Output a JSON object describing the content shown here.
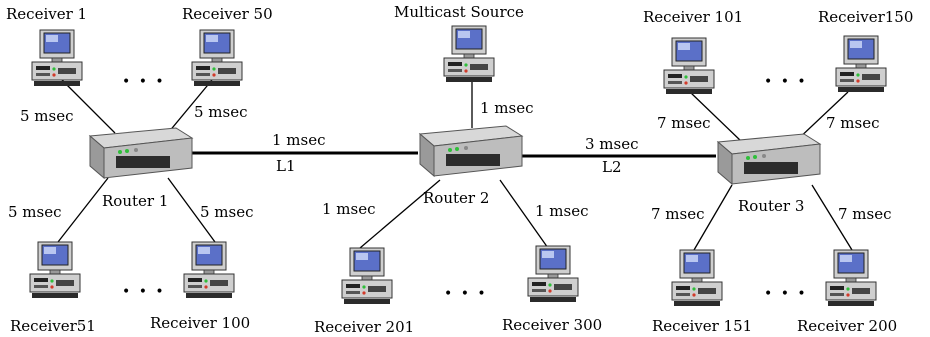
{
  "colors": {
    "screen": "#5b70c8",
    "screen_light": "#b9c6f0",
    "case": "#cfcfcf",
    "dark": "#222222",
    "led_green": "#2fbf3a",
    "led_red": "#d23a2a"
  },
  "nodes": {
    "source": "Multicast  Source",
    "router1": "Router 1",
    "router2": "Router 2",
    "router3": "Router 3",
    "r1": "Receiver 1",
    "r50": "Receiver 50",
    "r51": "Receiver51",
    "r100": "Receiver 100",
    "r101": "Receiver 101",
    "r150": "Receiver150",
    "r151": "Receiver 151",
    "r200": "Receiver 200",
    "r201": "Receiver 201",
    "r300": "Receiver 300"
  },
  "links": {
    "r1_recv_top_left": "5 msec",
    "r1_recv_top_right": "5 msec",
    "r1_recv_bot_left": "5 msec",
    "r1_recv_bot_right": "5 msec",
    "l1_delay": "1 msec",
    "l1_name": "L1",
    "source_delay": "1 msec",
    "r2_recv_left": "1 msec",
    "r2_recv_right": "1 msec",
    "l2_delay": "3 msec",
    "l2_name": "L2",
    "r3_recv_top_left": "7 msec",
    "r3_recv_top_right": "7 msec",
    "r3_recv_bot_left": "7 msec",
    "r3_recv_bot_right": "7 msec"
  },
  "ellipsis": "• • •"
}
